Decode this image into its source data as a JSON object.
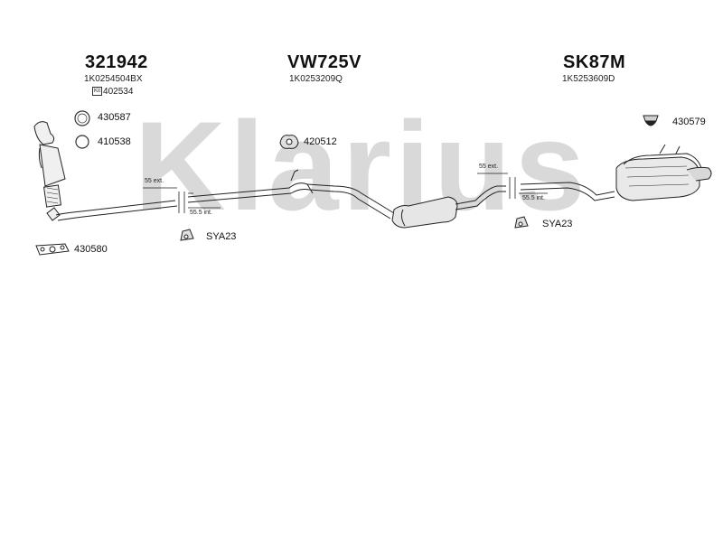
{
  "brand_watermark": "Klarius",
  "sections": {
    "left": {
      "code": "321942",
      "oem": "1K0254504BX",
      "kit_badge": "Kit",
      "kit": "402534"
    },
    "middle": {
      "code": "VW725V",
      "oem": "1K0253209Q"
    },
    "right": {
      "code": "SK87M",
      "oem": "1K5253609D"
    }
  },
  "parts": {
    "p430587": "430587",
    "p410538": "410538",
    "p420512": "420512",
    "p430579": "430579",
    "p430580": "430580",
    "sya23_left": "SYA23",
    "sya23_right": "SYA23"
  },
  "dims": {
    "ext_left": "55 ext.",
    "int_left": "55.5 int.",
    "ext_right": "55 ext.",
    "int_right": "55.5 int."
  },
  "colors": {
    "watermark": "#d7d7d7",
    "line": "#222222",
    "fill": "#f2f2f2"
  }
}
